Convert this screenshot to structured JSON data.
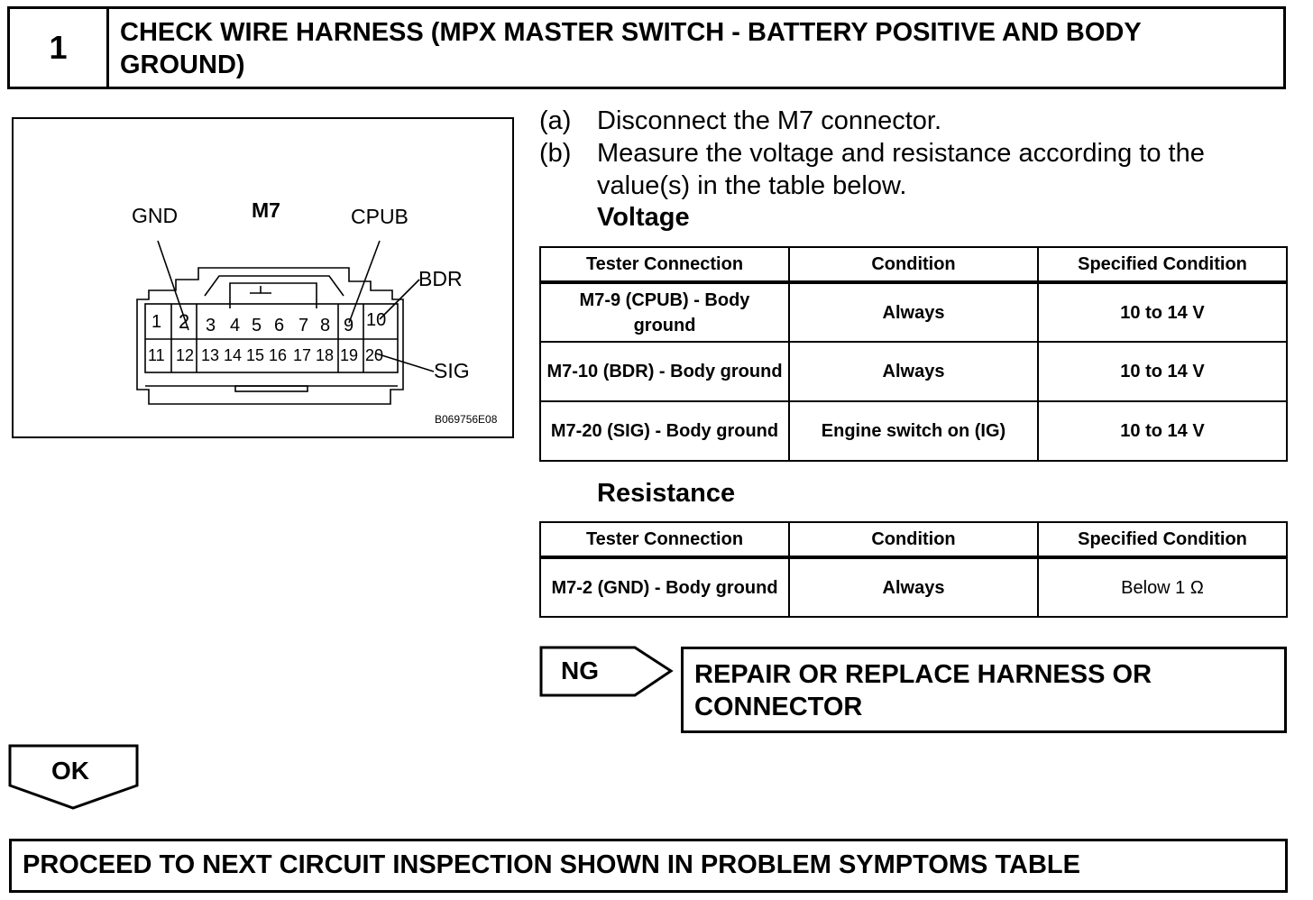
{
  "step": {
    "number": "1",
    "title": "CHECK WIRE HARNESS (MPX MASTER SWITCH - BATTERY POSITIVE AND BODY GROUND)"
  },
  "figure": {
    "connector_name": "M7",
    "labels": {
      "gnd": "GND",
      "cpub": "CPUB",
      "bdr": "BDR",
      "sig": "SIG"
    },
    "pins_top": [
      "1",
      "2",
      "3",
      "4",
      "5",
      "6",
      "7",
      "8",
      "9",
      "10"
    ],
    "pins_bottom": [
      "11",
      "12",
      "13",
      "14",
      "15",
      "16",
      "17",
      "18",
      "19",
      "20"
    ],
    "figure_code": "B069756E08"
  },
  "instructions": [
    {
      "label": "(a)",
      "text": "Disconnect the M7 connector."
    },
    {
      "label": "(b)",
      "text": "Measure the voltage and resistance according to the",
      "text2": "value(s) in the table below."
    }
  ],
  "voltage": {
    "heading": "Voltage",
    "headers": [
      "Tester Connection",
      "Condition",
      "Specified Condition"
    ],
    "rows": [
      {
        "connection": "M7-9 (CPUB) - Body ground",
        "condition": "Always",
        "specified": "10 to 14 V"
      },
      {
        "connection": "M7-10 (BDR) - Body ground",
        "condition": "Always",
        "specified": "10 to 14 V"
      },
      {
        "connection": "M7-20 (SIG) - Body ground",
        "condition": "Engine switch on (IG)",
        "specified": "10 to 14 V"
      }
    ]
  },
  "resistance": {
    "heading": "Resistance",
    "headers": [
      "Tester Connection",
      "Condition",
      "Specified Condition"
    ],
    "rows": [
      {
        "connection": "M7-2 (GND) - Body ground",
        "condition": "Always",
        "specified": "Below 1 Ω"
      }
    ]
  },
  "ng": {
    "label": "NG",
    "result": "REPAIR OR REPLACE HARNESS OR CONNECTOR"
  },
  "ok": {
    "label": "OK"
  },
  "proceed": "PROCEED TO NEXT CIRCUIT INSPECTION SHOWN IN PROBLEM SYMPTOMS TABLE"
}
